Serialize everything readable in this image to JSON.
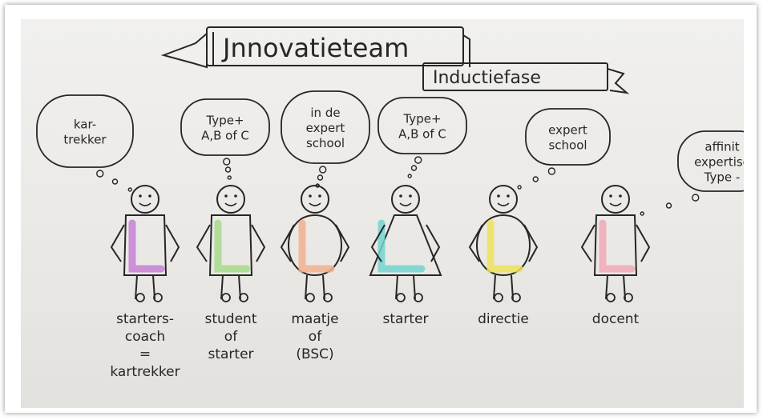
{
  "banner": {
    "title": "Jnnovatieteam",
    "subtitle": "Inductiefase"
  },
  "thoughts": [
    [
      "kar-",
      "trekker"
    ],
    [
      "Type+",
      "A,B of C"
    ],
    [
      "in de",
      "expert",
      "school"
    ],
    [
      "Type+",
      "A,B of C"
    ],
    [
      "expert",
      "school"
    ],
    [
      "affinit",
      "expertise",
      "Type -"
    ]
  ],
  "roles": [
    [
      "starters-",
      "coach",
      "=",
      "kartrekker"
    ],
    [
      "student",
      "of",
      "starter"
    ],
    [
      "maatje",
      "of",
      "(BSC)"
    ],
    [
      "starter"
    ],
    [
      "directie"
    ],
    [
      "docent"
    ]
  ],
  "figure_colors": [
    "#c77fd6",
    "#a6db8a",
    "#f2b08e",
    "#74d3d0",
    "#efe25a",
    "#f1a8b6"
  ],
  "ink_color": "#262626"
}
